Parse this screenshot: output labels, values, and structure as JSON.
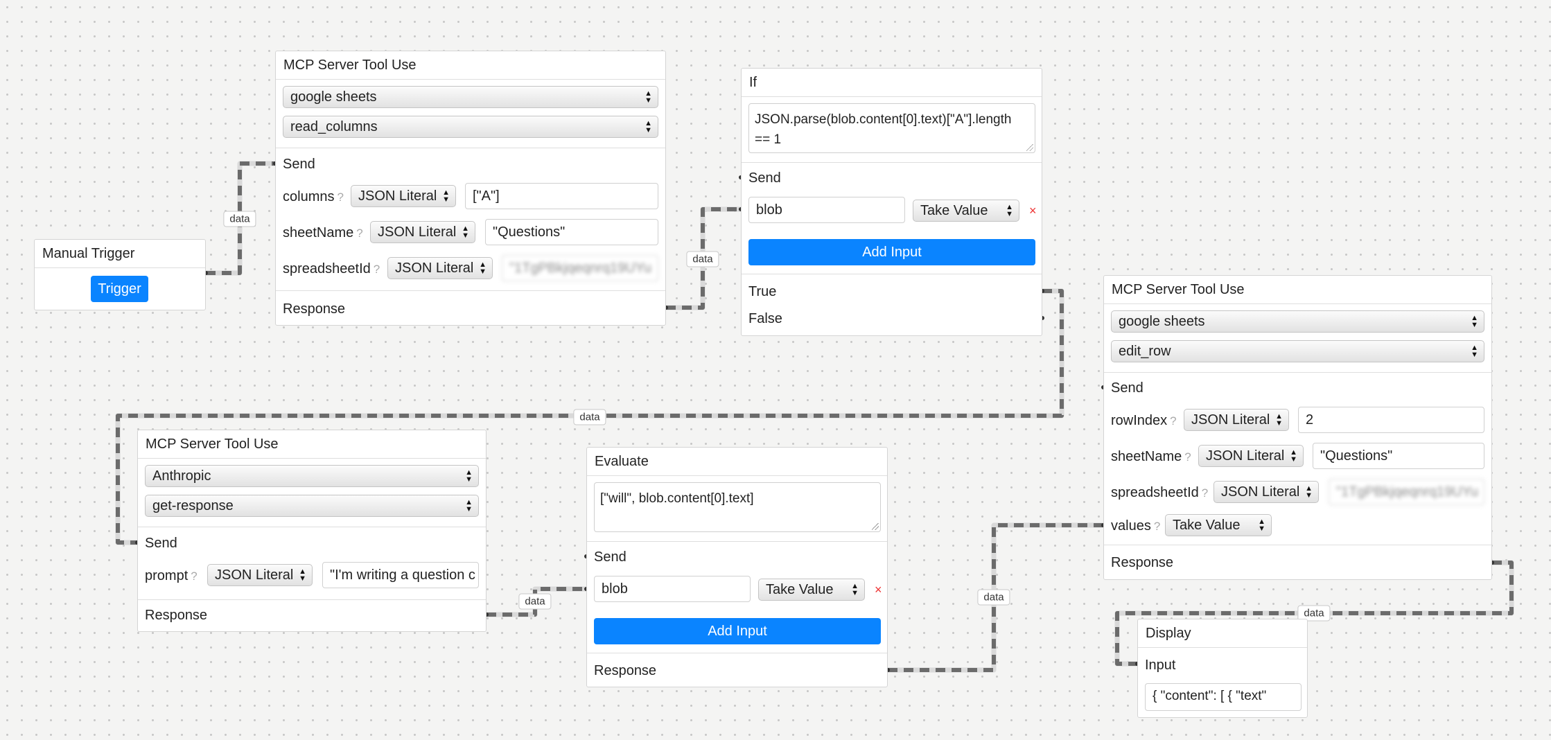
{
  "wire_label": "data",
  "manual_trigger": {
    "title": "Manual Trigger",
    "button": "Trigger"
  },
  "read_columns_node": {
    "title": "MCP Server Tool Use",
    "server": "google sheets",
    "tool": "read_columns",
    "send_label": "Send",
    "params": [
      {
        "name": "columns",
        "type": "JSON Literal",
        "value": "[\"A\"]"
      },
      {
        "name": "sheetName",
        "type": "JSON Literal",
        "value": "\"Questions\""
      },
      {
        "name": "spreadsheetId",
        "type": "JSON Literal",
        "value": "\"1TgPBkjqeqnrq19UYu"
      }
    ],
    "response_label": "Response"
  },
  "if_node": {
    "title": "If",
    "expression": "JSON.parse(blob.content[0].text)[\"A\"].length == 1",
    "send_label": "Send",
    "input_name": "blob",
    "input_mode": "Take Value",
    "remove": "×",
    "add_input": "Add Input",
    "true_label": "True",
    "false_label": "False"
  },
  "edit_row_node": {
    "title": "MCP Server Tool Use",
    "server": "google sheets",
    "tool": "edit_row",
    "send_label": "Send",
    "params": [
      {
        "name": "rowIndex",
        "type": "JSON Literal",
        "value": "2"
      },
      {
        "name": "sheetName",
        "type": "JSON Literal",
        "value": "\"Questions\""
      },
      {
        "name": "spreadsheetId",
        "type": "JSON Literal",
        "value": "\"1TgPBkjqeqnrq19UYu"
      },
      {
        "name": "values",
        "type": "Take Value"
      }
    ],
    "response_label": "Response"
  },
  "anthropic_node": {
    "title": "MCP Server Tool Use",
    "server": "Anthropic",
    "tool": "get-response",
    "send_label": "Send",
    "prompt_name": "prompt",
    "prompt_type": "JSON Literal",
    "prompt_value": "\"I'm writing a question c",
    "response_label": "Response"
  },
  "evaluate_node": {
    "title": "Evaluate",
    "expression": "[\"will\", blob.content[0].text]",
    "send_label": "Send",
    "input_name": "blob",
    "input_mode": "Take Value",
    "remove": "×",
    "add_input": "Add Input",
    "response_label": "Response"
  },
  "display_node": {
    "title": "Display",
    "input_label": "Input",
    "value": "{  \"content\": [    {      \"text\""
  },
  "help_icon": "?",
  "select_arrows": [
    "▲",
    "▼"
  ],
  "colors": {
    "accent": "#0a84ff",
    "remove": "#e33333",
    "wire": "#6b6b6b"
  }
}
